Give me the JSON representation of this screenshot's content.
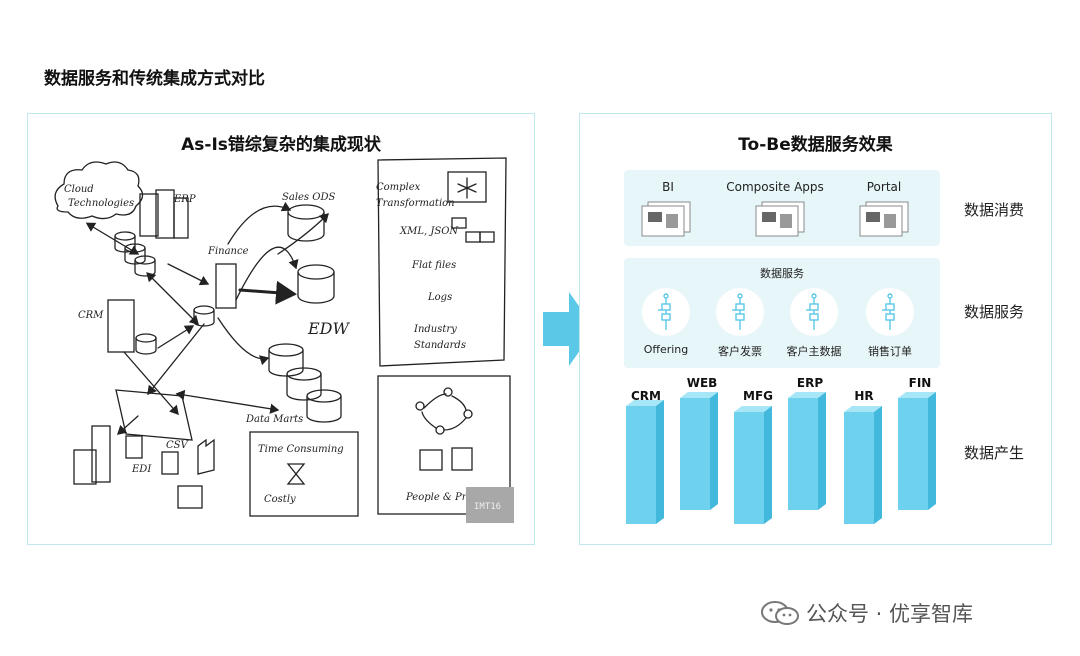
{
  "page_title": "数据服务和传统集成方式对比",
  "left": {
    "title": "As-Is错综复杂的集成现状",
    "cloud_line1": "Cloud",
    "cloud_line2": "Technologies",
    "erp": "ERP",
    "crm": "CRM",
    "finance": "Finance",
    "sales_ods": "Sales ODS",
    "edw": "EDW",
    "data_marts": "Data Marts",
    "edi": "EDI",
    "csv": "CSV",
    "complex_1": "Complex",
    "complex_2": "Transformation",
    "xml_json": "XML, JSON",
    "flat_files": "Flat files",
    "logs": "Logs",
    "industry_1": "Industry",
    "industry_2": "Standards",
    "time_consuming": "Time Consuming",
    "costly": "Costly",
    "people_process": "People & Process",
    "watermark": "IMT16"
  },
  "right": {
    "title": "To-Be数据服务效果",
    "layers": {
      "consume": "数据消费",
      "service": "数据服务",
      "produce": "数据产生"
    },
    "apps": [
      "BI",
      "Composite Apps",
      "Portal"
    ],
    "service_title": "数据服务",
    "services": [
      "Offering",
      "客户发票",
      "客户主数据",
      "销售订单"
    ],
    "systems": [
      "CRM",
      "WEB",
      "MFG",
      "ERP",
      "HR",
      "FIN"
    ]
  },
  "footer": {
    "text": "公众号 · 优享智库"
  },
  "colors": {
    "accent": "#5ac8e6",
    "band": "#e7f6f9",
    "border": "#bfe9ef",
    "column": "#6ed2ee"
  }
}
